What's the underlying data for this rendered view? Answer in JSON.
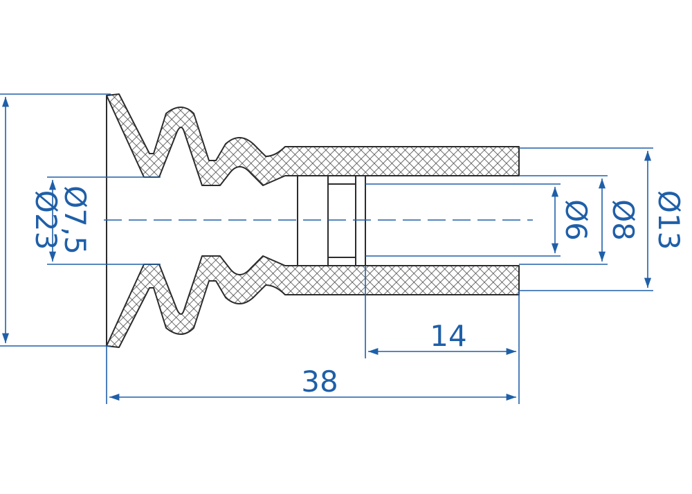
{
  "colors": {
    "dimension": "#1f5fa8",
    "outline": "#2b2b2b",
    "hatch": "#4a4a4a",
    "background": "#ffffff"
  },
  "dimensions": {
    "d23": "Ø23",
    "d7_5": "Ø7,5",
    "d6": "Ø6",
    "d8": "Ø8",
    "d13": "Ø13",
    "len14": "14",
    "len38": "38"
  }
}
